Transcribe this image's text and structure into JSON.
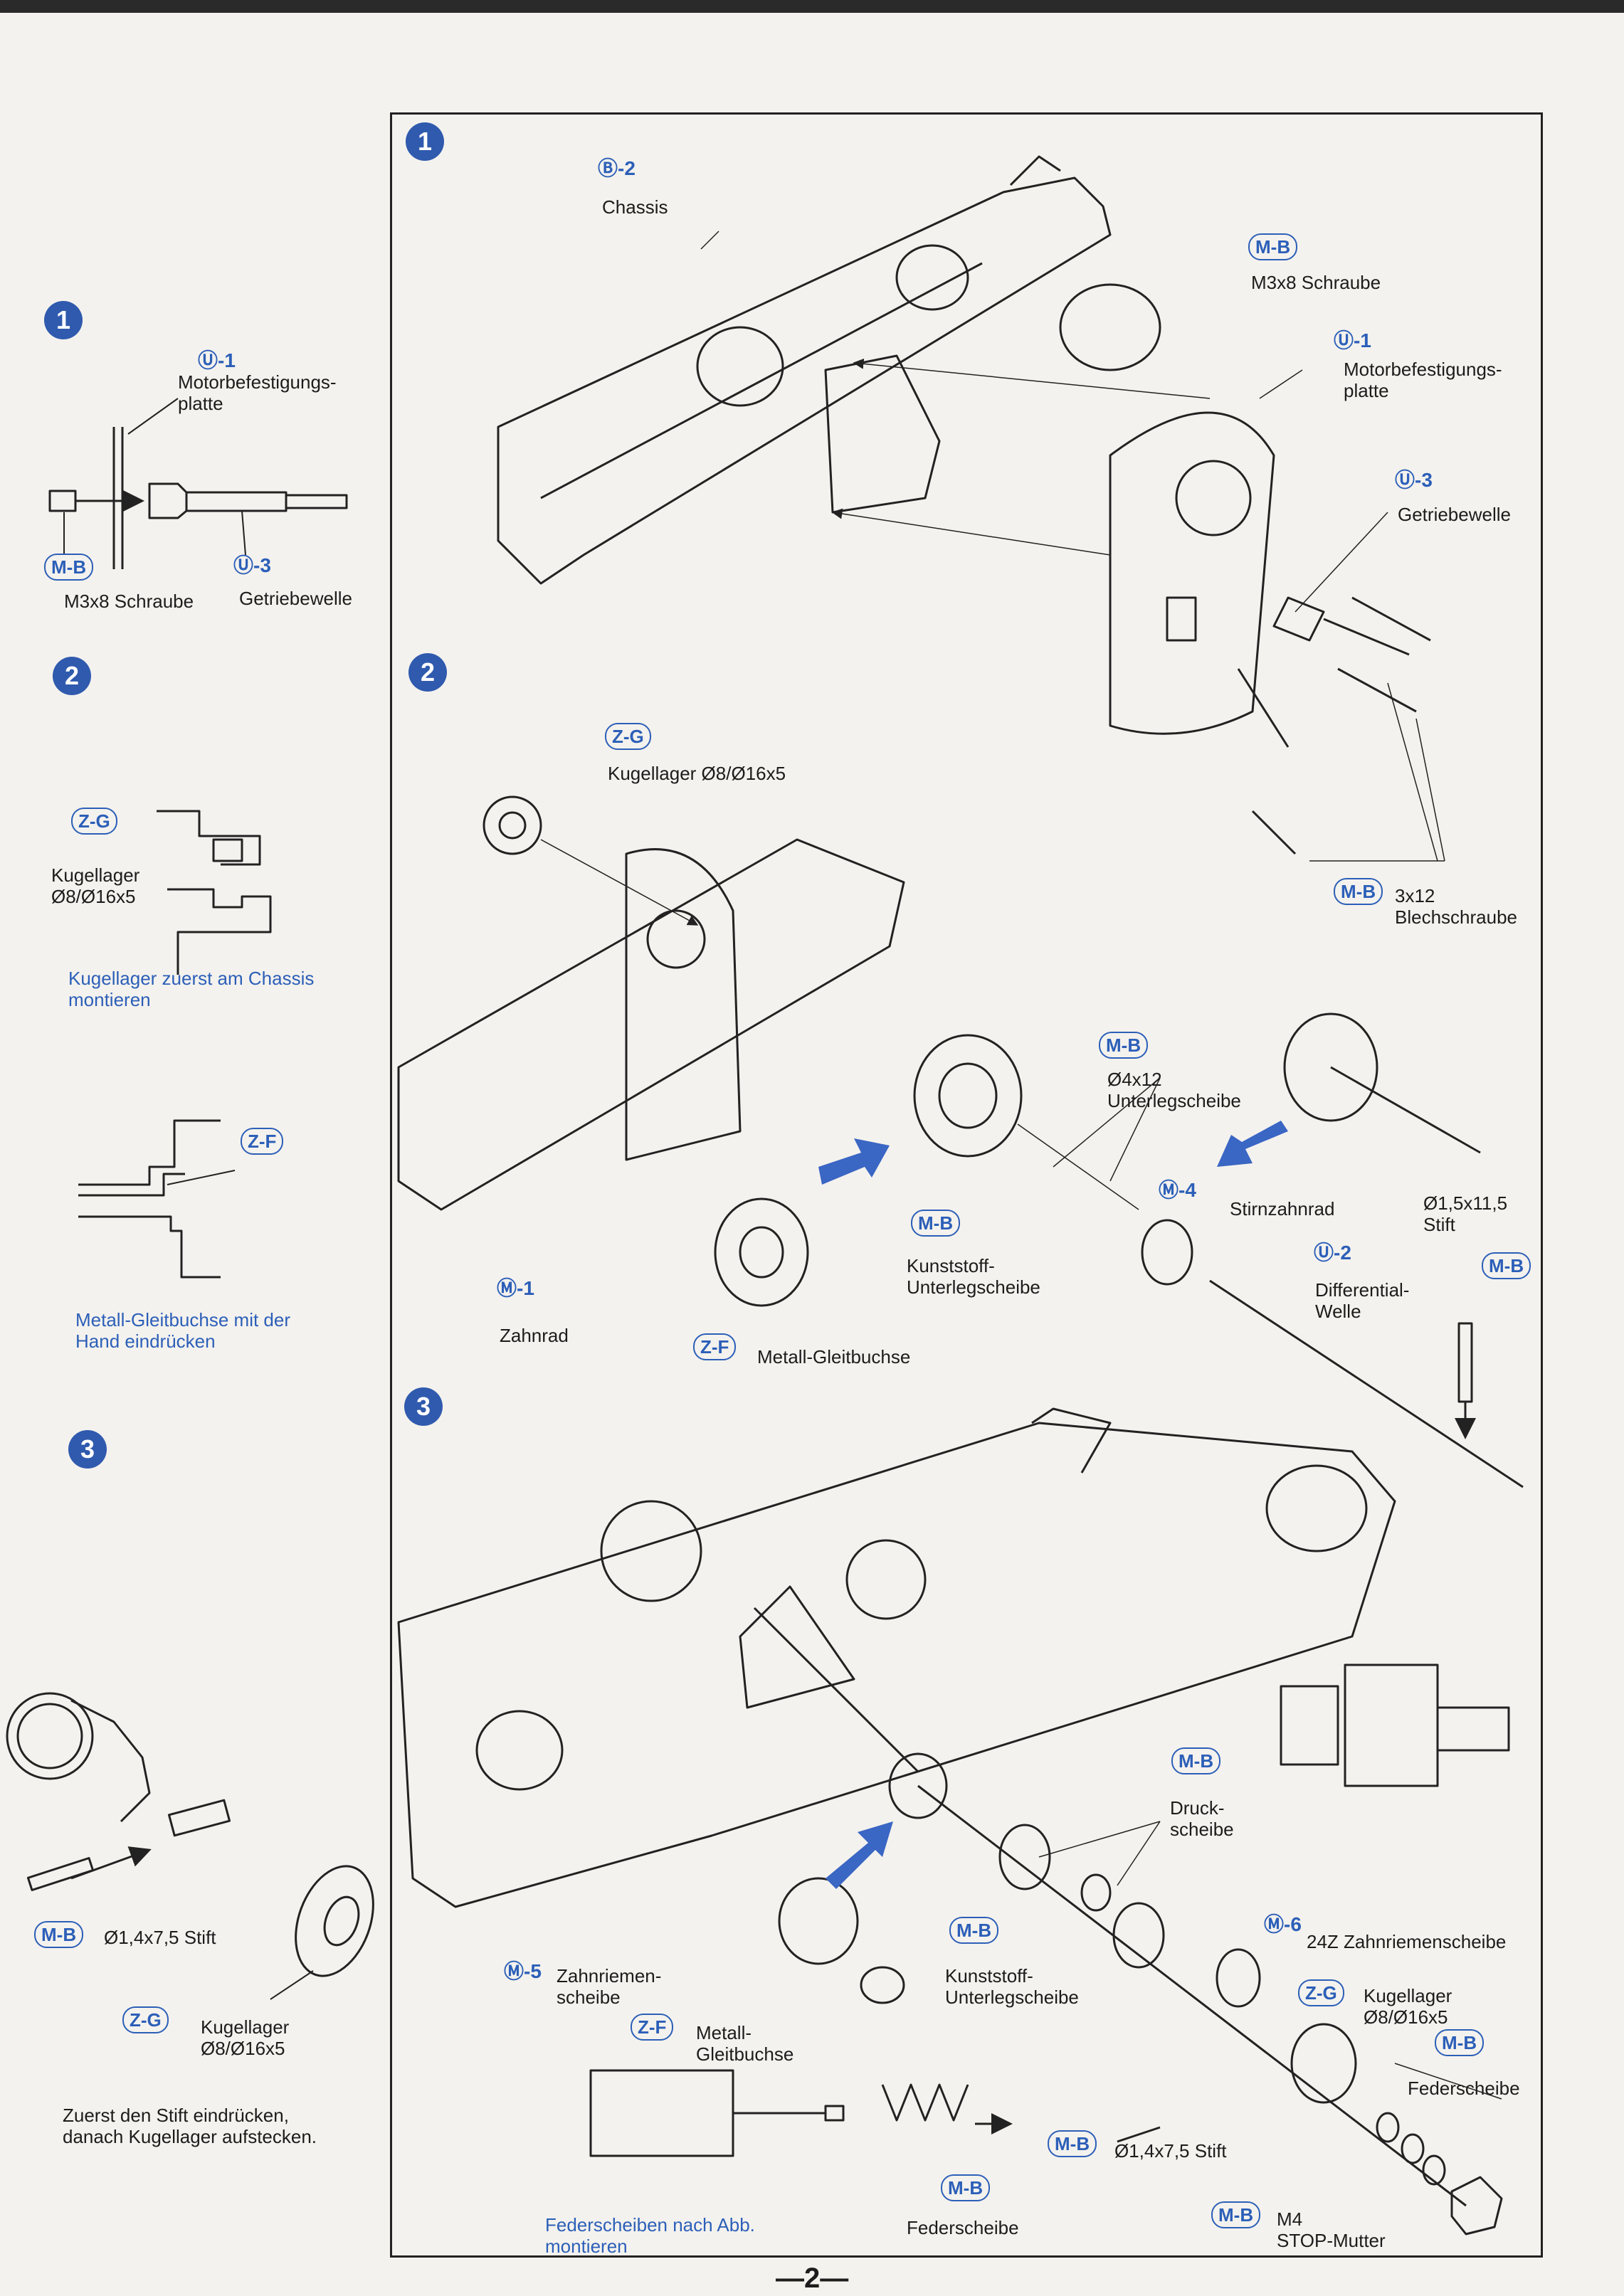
{
  "page_number": "—2—",
  "colors": {
    "accent": "#2c5fb8",
    "step_badge": "#2f5aae",
    "arrow": "#3a66c4"
  },
  "sidebar": {
    "step1": {
      "badge": "1",
      "part_code": "Ⓤ-1",
      "part_name": "Motorbefestigungs-\nplatte",
      "screw_code": "M-B",
      "screw_name": "M3x8 Schraube",
      "shaft_code": "Ⓤ-3",
      "shaft_name": "Getriebewelle"
    },
    "step2": {
      "badge": "2",
      "bearing_code": "Z-G",
      "bearing_name": "Kugellager\nØ8/Ø16x5",
      "note1": "Kugellager zuerst am Chassis\nmontieren",
      "bushing_code": "Z-F",
      "note2": "Metall-Gleitbuchse mit der\nHand eindrücken"
    },
    "step3": {
      "badge": "3",
      "pin_code": "M-B",
      "pin_name": "Ø1,4x7,5 Stift",
      "bearing_code": "Z-G",
      "bearing_name": "Kugellager\nØ8/Ø16x5",
      "note": "Zuerst den Stift eindrücken,\ndanach Kugellager aufstecken."
    }
  },
  "main": {
    "step1": {
      "badge": "1",
      "chassis_code": "Ⓑ-2",
      "chassis_name": "Chassis",
      "screw_code": "M-B",
      "screw_name": "M3x8 Schraube",
      "plate_code": "Ⓤ-1",
      "plate_name": "Motorbefestigungs-\nplatte",
      "shaft_code": "Ⓤ-3",
      "shaft_name": "Getriebewelle"
    },
    "step2": {
      "badge": "2",
      "bearing_code": "Z-G",
      "bearing_name": "Kugellager Ø8/Ø16x5",
      "sheet_screw_code": "M-B",
      "sheet_screw_name": "3x12\nBlechschraube",
      "washer_code": "M-B",
      "washer_name": "Ø4x12\nUnterlegscheibe",
      "spur_code": "Ⓜ-4",
      "spur_name": "Stirnzahnrad",
      "pin_name": "Ø1,5x11,5\nStift",
      "plastic_washer_code": "M-B",
      "plastic_washer_name": "Kunststoff-\nUnterlegscheibe",
      "diff_code": "Ⓤ-2",
      "diff_name": "Differential-\nWelle",
      "diff_pin_code": "M-B",
      "gear_code": "Ⓜ-1",
      "gear_name": "Zahnrad",
      "bushing_code": "Z-F",
      "bushing_name": "Metall-Gleitbuchse"
    },
    "step3": {
      "badge": "3",
      "thrust_code": "M-B",
      "thrust_name": "Druck-\nscheibe",
      "plastic_washer_code": "M-B",
      "plastic_washer_name": "Kunststoff-\nUnterlegscheibe",
      "pulley24_code": "Ⓜ-6",
      "pulley24_name": "24Z Zahnriemenscheibe",
      "bearing_code": "Z-G",
      "bearing_name": "Kugellager\nØ8/Ø16x5",
      "spring_code": "M-B",
      "spring_name": "Federscheibe",
      "pulley_code": "Ⓜ-5",
      "pulley_name": "Zahnriemen-\nscheibe",
      "bushing_code": "Z-F",
      "bushing_name": "Metall-\nGleitbuchse",
      "pin_code": "M-B",
      "pin_name": "Ø1,4x7,5 Stift",
      "nut_code": "M-B",
      "nut_name": "M4\nSTOP-Mutter",
      "spring2_code": "M-B",
      "spring2_name": "Federscheibe",
      "note": "Federscheiben nach Abb.\nmontieren"
    }
  }
}
